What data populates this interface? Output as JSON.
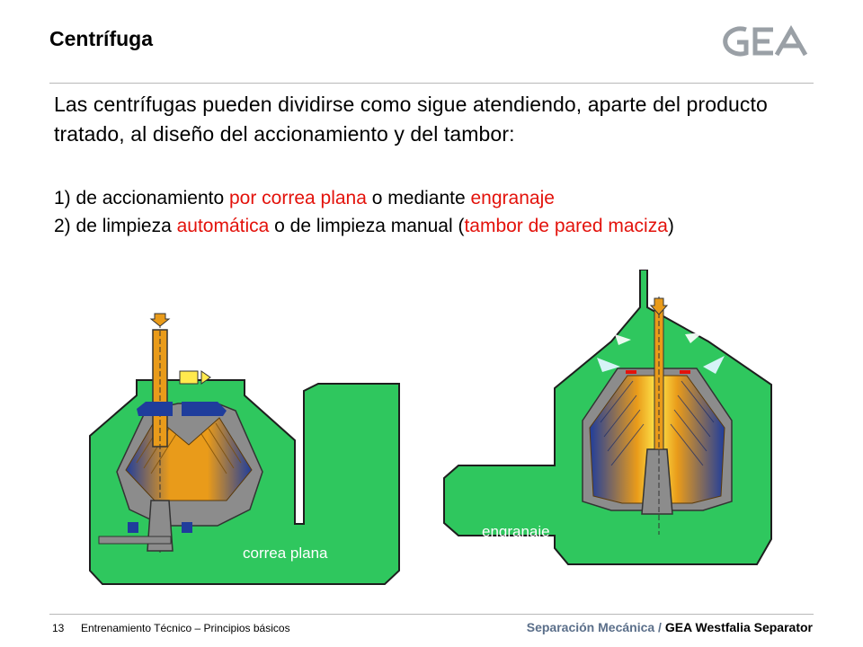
{
  "title": "Centrífuga",
  "logo": {
    "text": "GEA",
    "color": "#9aa0a6"
  },
  "intro": "Las centrífugas pueden dividirse como sigue atendiendo, aparte del producto tratado, al diseño del accionamiento y del tambor:",
  "items": [
    {
      "n": "1)",
      "parts": [
        "de accionamiento ",
        "por correa plana",
        " o mediante ",
        "engranaje"
      ]
    },
    {
      "n": "2)",
      "parts": [
        "de limpieza ",
        "automática",
        " o de limpieza manual (",
        "tambor de pared maciza",
        ")"
      ]
    }
  ],
  "figures": {
    "left_label": "correa plana",
    "right_label": "engranaje"
  },
  "colors": {
    "housing_green": "#2fc75e",
    "accent_red": "#e3120b",
    "bowl_gray": "#8c8c8c",
    "disc_orange": "#e99b1a",
    "disc_blue": "#1f3d9c"
  },
  "footer": {
    "page": "13",
    "course": "Entrenamiento Técnico – Principios básicos",
    "section": "Separación Mecánica",
    "separator": " / ",
    "company": "GEA Westfalia Separator"
  }
}
